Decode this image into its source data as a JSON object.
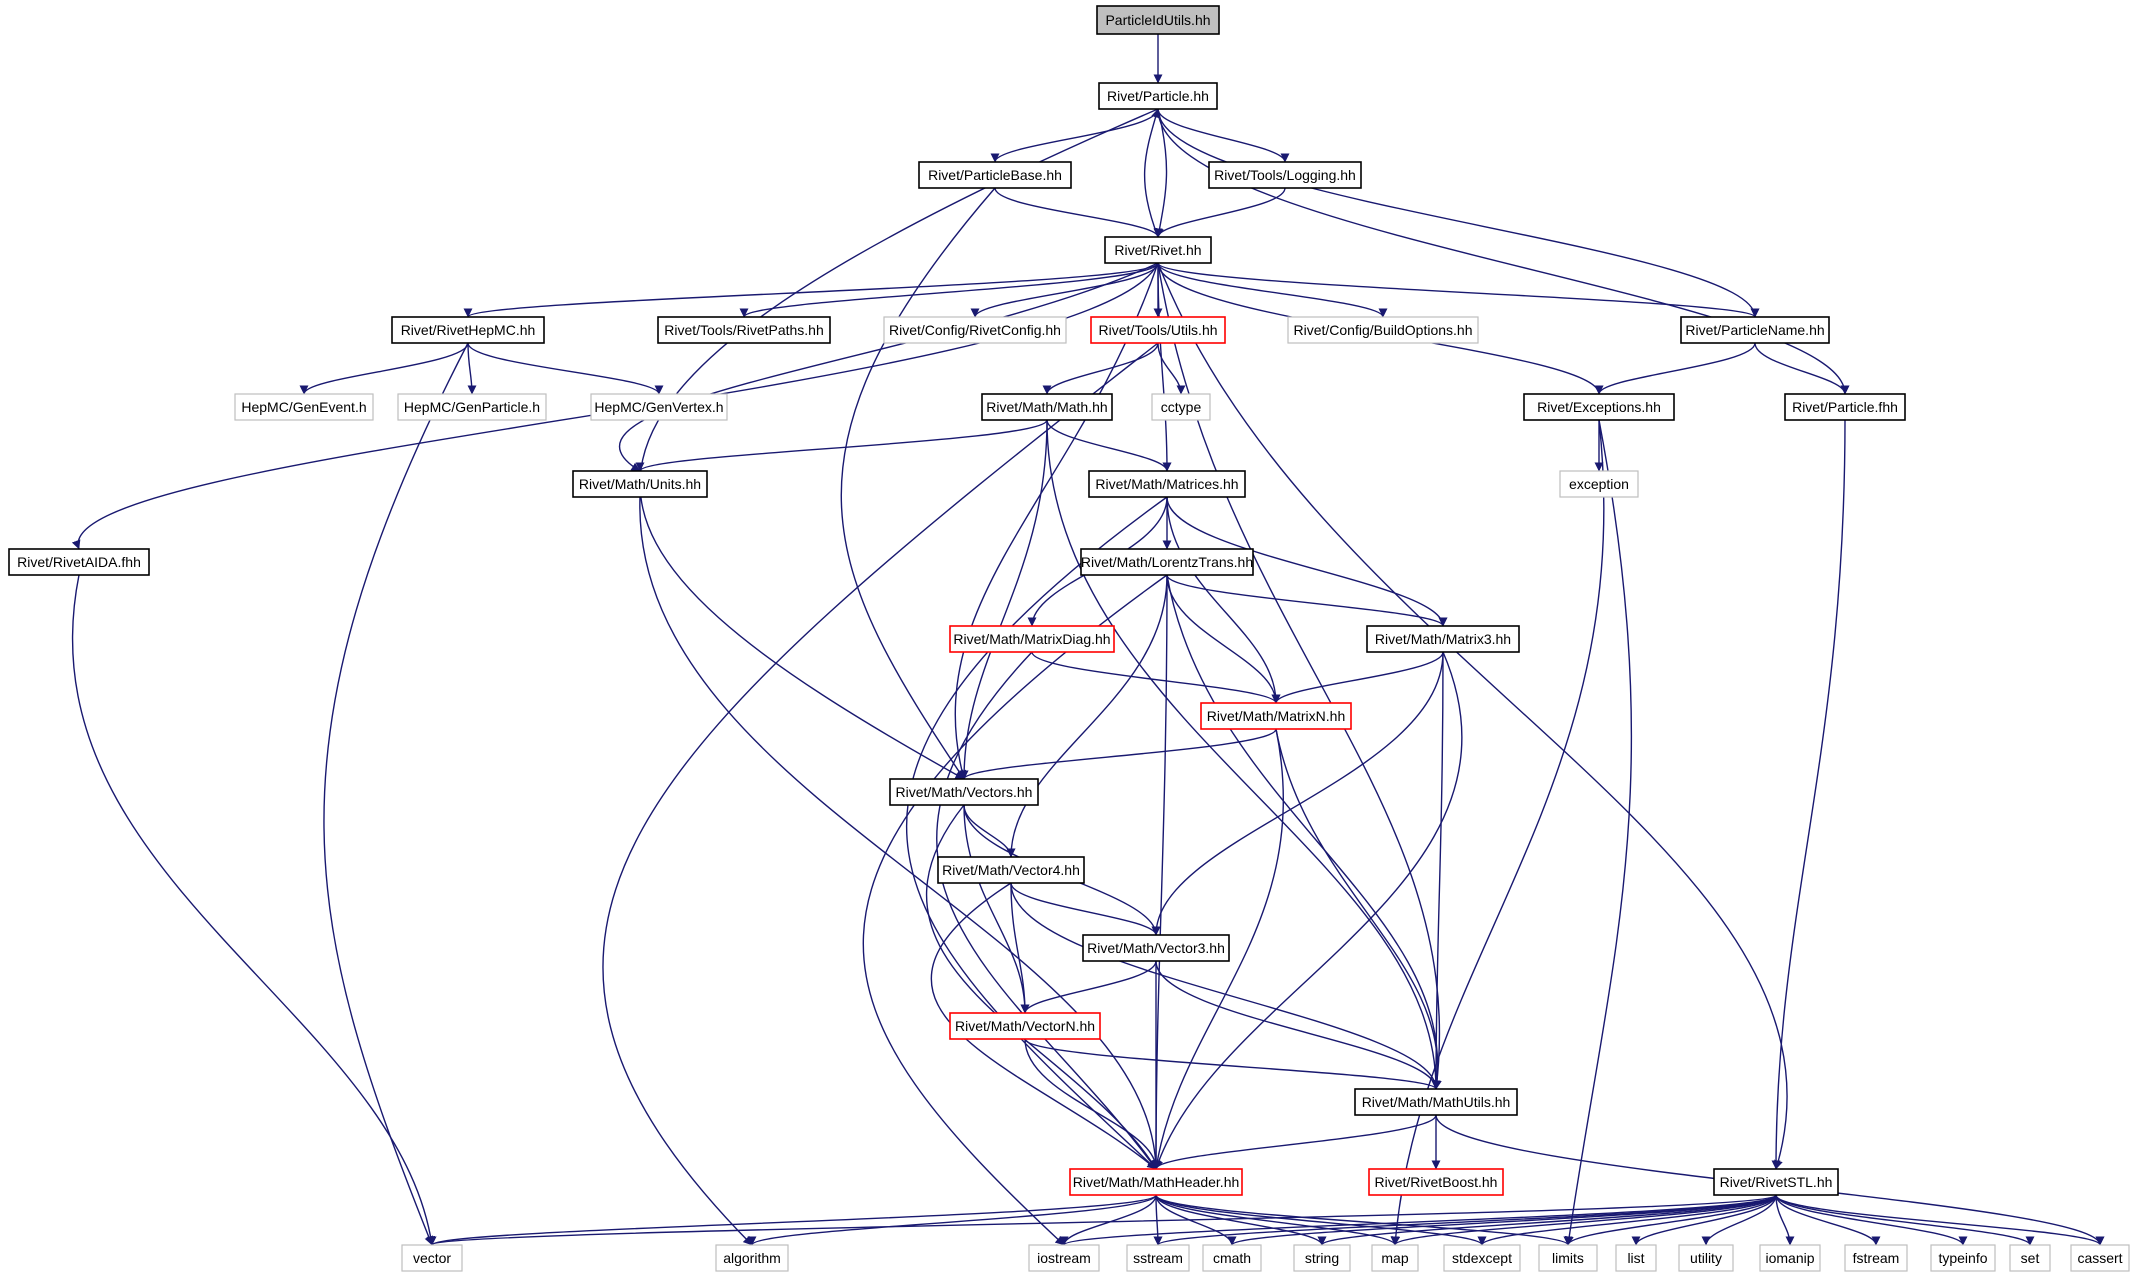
{
  "colors": {
    "edge": "#191970",
    "border_normal": "#000000",
    "border_red": "#ff0000",
    "border_missing": "#bfbfbf",
    "root_fill": "#bfbfbf",
    "background": "#ffffff"
  },
  "nodes": [
    {
      "id": "root",
      "label": "ParticleIdUtils.hh",
      "style": "root"
    },
    {
      "id": "particle",
      "label": "Rivet/Particle.hh",
      "style": "normal"
    },
    {
      "id": "pbase",
      "label": "Rivet/ParticleBase.hh",
      "style": "normal"
    },
    {
      "id": "logging",
      "label": "Rivet/Tools/Logging.hh",
      "style": "normal"
    },
    {
      "id": "rivet",
      "label": "Rivet/Rivet.hh",
      "style": "normal"
    },
    {
      "id": "hepmc",
      "label": "Rivet/RivetHepMC.hh",
      "style": "normal"
    },
    {
      "id": "paths",
      "label": "Rivet/Tools/RivetPaths.hh",
      "style": "normal"
    },
    {
      "id": "config",
      "label": "Rivet/Config/RivetConfig.hh",
      "style": "missing"
    },
    {
      "id": "utils",
      "label": "Rivet/Tools/Utils.hh",
      "style": "red"
    },
    {
      "id": "buildopt",
      "label": "Rivet/Config/BuildOptions.hh",
      "style": "missing"
    },
    {
      "id": "pname",
      "label": "Rivet/ParticleName.hh",
      "style": "normal"
    },
    {
      "id": "genevent",
      "label": "HepMC/GenEvent.h",
      "style": "missing"
    },
    {
      "id": "genparticle",
      "label": "HepMC/GenParticle.h",
      "style": "missing"
    },
    {
      "id": "genvertex",
      "label": "HepMC/GenVertex.h",
      "style": "missing"
    },
    {
      "id": "math",
      "label": "Rivet/Math/Math.hh",
      "style": "normal"
    },
    {
      "id": "cctype",
      "label": "cctype",
      "style": "missing"
    },
    {
      "id": "exceptions",
      "label": "Rivet/Exceptions.hh",
      "style": "normal"
    },
    {
      "id": "pfhh",
      "label": "Rivet/Particle.fhh",
      "style": "normal"
    },
    {
      "id": "units",
      "label": "Rivet/Math/Units.hh",
      "style": "normal"
    },
    {
      "id": "matrices",
      "label": "Rivet/Math/Matrices.hh",
      "style": "normal"
    },
    {
      "id": "exception",
      "label": "exception",
      "style": "missing"
    },
    {
      "id": "aida",
      "label": "Rivet/RivetAIDA.fhh",
      "style": "normal"
    },
    {
      "id": "lorentz",
      "label": "Rivet/Math/LorentzTrans.hh",
      "style": "normal"
    },
    {
      "id": "matrixdiag",
      "label": "Rivet/Math/MatrixDiag.hh",
      "style": "red"
    },
    {
      "id": "matrix3",
      "label": "Rivet/Math/Matrix3.hh",
      "style": "normal"
    },
    {
      "id": "matrixn",
      "label": "Rivet/Math/MatrixN.hh",
      "style": "red"
    },
    {
      "id": "vectors",
      "label": "Rivet/Math/Vectors.hh",
      "style": "normal"
    },
    {
      "id": "vector4",
      "label": "Rivet/Math/Vector4.hh",
      "style": "normal"
    },
    {
      "id": "vector3",
      "label": "Rivet/Math/Vector3.hh",
      "style": "normal"
    },
    {
      "id": "vectorn",
      "label": "Rivet/Math/VectorN.hh",
      "style": "red"
    },
    {
      "id": "mathutils",
      "label": "Rivet/Math/MathUtils.hh",
      "style": "normal"
    },
    {
      "id": "mathheader",
      "label": "Rivet/Math/MathHeader.hh",
      "style": "red"
    },
    {
      "id": "boost",
      "label": "Rivet/RivetBoost.hh",
      "style": "red"
    },
    {
      "id": "stl",
      "label": "Rivet/RivetSTL.hh",
      "style": "normal"
    },
    {
      "id": "vector",
      "label": "vector",
      "style": "missing"
    },
    {
      "id": "algorithm",
      "label": "algorithm",
      "style": "missing"
    },
    {
      "id": "iostream",
      "label": "iostream",
      "style": "missing"
    },
    {
      "id": "sstream",
      "label": "sstream",
      "style": "missing"
    },
    {
      "id": "cmath",
      "label": "cmath",
      "style": "missing"
    },
    {
      "id": "string",
      "label": "string",
      "style": "missing"
    },
    {
      "id": "map",
      "label": "map",
      "style": "missing"
    },
    {
      "id": "stdexcept",
      "label": "stdexcept",
      "style": "missing"
    },
    {
      "id": "limits",
      "label": "limits",
      "style": "missing"
    },
    {
      "id": "list",
      "label": "list",
      "style": "missing"
    },
    {
      "id": "utility",
      "label": "utility",
      "style": "missing"
    },
    {
      "id": "iomanip",
      "label": "iomanip",
      "style": "missing"
    },
    {
      "id": "fstream",
      "label": "fstream",
      "style": "missing"
    },
    {
      "id": "typeinfo",
      "label": "typeinfo",
      "style": "missing"
    },
    {
      "id": "set",
      "label": "set",
      "style": "missing"
    },
    {
      "id": "cassert",
      "label": "cassert",
      "style": "missing"
    }
  ],
  "edges": [
    [
      "root",
      "particle"
    ],
    [
      "particle",
      "pbase"
    ],
    [
      "particle",
      "logging"
    ],
    [
      "particle",
      "rivet"
    ],
    [
      "particle",
      "pname"
    ],
    [
      "particle",
      "pfhh"
    ],
    [
      "particle",
      "vectors"
    ],
    [
      "pbase",
      "rivet"
    ],
    [
      "pbase",
      "vectors"
    ],
    [
      "logging",
      "rivet"
    ],
    [
      "rivet",
      "particle"
    ],
    [
      "rivet",
      "hepmc"
    ],
    [
      "rivet",
      "paths"
    ],
    [
      "rivet",
      "config"
    ],
    [
      "rivet",
      "utils"
    ],
    [
      "rivet",
      "buildopt"
    ],
    [
      "rivet",
      "pname"
    ],
    [
      "rivet",
      "exceptions"
    ],
    [
      "rivet",
      "units"
    ],
    [
      "rivet",
      "matrices"
    ],
    [
      "rivet",
      "aida"
    ],
    [
      "rivet",
      "vectors"
    ],
    [
      "rivet",
      "mathutils"
    ],
    [
      "rivet",
      "stl"
    ],
    [
      "hepmc",
      "genevent"
    ],
    [
      "hepmc",
      "genparticle"
    ],
    [
      "hepmc",
      "genvertex"
    ],
    [
      "hepmc",
      "vector"
    ],
    [
      "utils",
      "math"
    ],
    [
      "utils",
      "cctype"
    ],
    [
      "utils",
      "algorithm"
    ],
    [
      "pname",
      "exceptions"
    ],
    [
      "pname",
      "pfhh"
    ],
    [
      "exceptions",
      "exception"
    ],
    [
      "exceptions",
      "map"
    ],
    [
      "exceptions",
      "limits"
    ],
    [
      "pfhh",
      "stl"
    ],
    [
      "math",
      "units"
    ],
    [
      "math",
      "matrices"
    ],
    [
      "math",
      "vectors"
    ],
    [
      "math",
      "mathutils"
    ],
    [
      "units",
      "mathheader"
    ],
    [
      "matrices",
      "lorentz"
    ],
    [
      "matrices",
      "matrixdiag"
    ],
    [
      "matrices",
      "matrix3"
    ],
    [
      "matrices",
      "matrixn"
    ],
    [
      "matrices",
      "mathheader"
    ],
    [
      "aida",
      "vector"
    ],
    [
      "lorentz",
      "matrix3"
    ],
    [
      "lorentz",
      "matrixn"
    ],
    [
      "lorentz",
      "vector4"
    ],
    [
      "lorentz",
      "mathutils"
    ],
    [
      "lorentz",
      "mathheader"
    ],
    [
      "lorentz",
      "iostream"
    ],
    [
      "matrixdiag",
      "matrixn"
    ],
    [
      "matrixdiag",
      "mathheader"
    ],
    [
      "matrix3",
      "matrixn"
    ],
    [
      "matrix3",
      "vector3"
    ],
    [
      "matrix3",
      "mathutils"
    ],
    [
      "matrix3",
      "mathheader"
    ],
    [
      "matrixn",
      "vectors"
    ],
    [
      "matrixn",
      "mathutils"
    ],
    [
      "matrixn",
      "mathheader"
    ],
    [
      "vectors",
      "vector4"
    ],
    [
      "vectors",
      "vector3"
    ],
    [
      "vectors",
      "vectorn"
    ],
    [
      "vectors",
      "mathheader"
    ],
    [
      "vector4",
      "vector3"
    ],
    [
      "vector4",
      "vectorn"
    ],
    [
      "vector4",
      "mathutils"
    ],
    [
      "vector4",
      "mathheader"
    ],
    [
      "vector3",
      "vectorn"
    ],
    [
      "vector3",
      "mathutils"
    ],
    [
      "vector3",
      "mathheader"
    ],
    [
      "vectorn",
      "mathutils"
    ],
    [
      "vectorn",
      "mathheader"
    ],
    [
      "mathutils",
      "mathheader"
    ],
    [
      "mathutils",
      "boost"
    ],
    [
      "mathutils",
      "cassert"
    ],
    [
      "mathheader",
      "vector"
    ],
    [
      "mathheader",
      "algorithm"
    ],
    [
      "mathheader",
      "iostream"
    ],
    [
      "mathheader",
      "sstream"
    ],
    [
      "mathheader",
      "cmath"
    ],
    [
      "mathheader",
      "string"
    ],
    [
      "mathheader",
      "map"
    ],
    [
      "mathheader",
      "stdexcept"
    ],
    [
      "mathheader",
      "limits"
    ],
    [
      "stl",
      "vector"
    ],
    [
      "stl",
      "iostream"
    ],
    [
      "stl",
      "sstream"
    ],
    [
      "stl",
      "cmath"
    ],
    [
      "stl",
      "string"
    ],
    [
      "stl",
      "map"
    ],
    [
      "stl",
      "stdexcept"
    ],
    [
      "stl",
      "limits"
    ],
    [
      "stl",
      "list"
    ],
    [
      "stl",
      "utility"
    ],
    [
      "stl",
      "iomanip"
    ],
    [
      "stl",
      "fstream"
    ],
    [
      "stl",
      "typeinfo"
    ],
    [
      "stl",
      "set"
    ],
    [
      "stl",
      "cassert"
    ]
  ]
}
